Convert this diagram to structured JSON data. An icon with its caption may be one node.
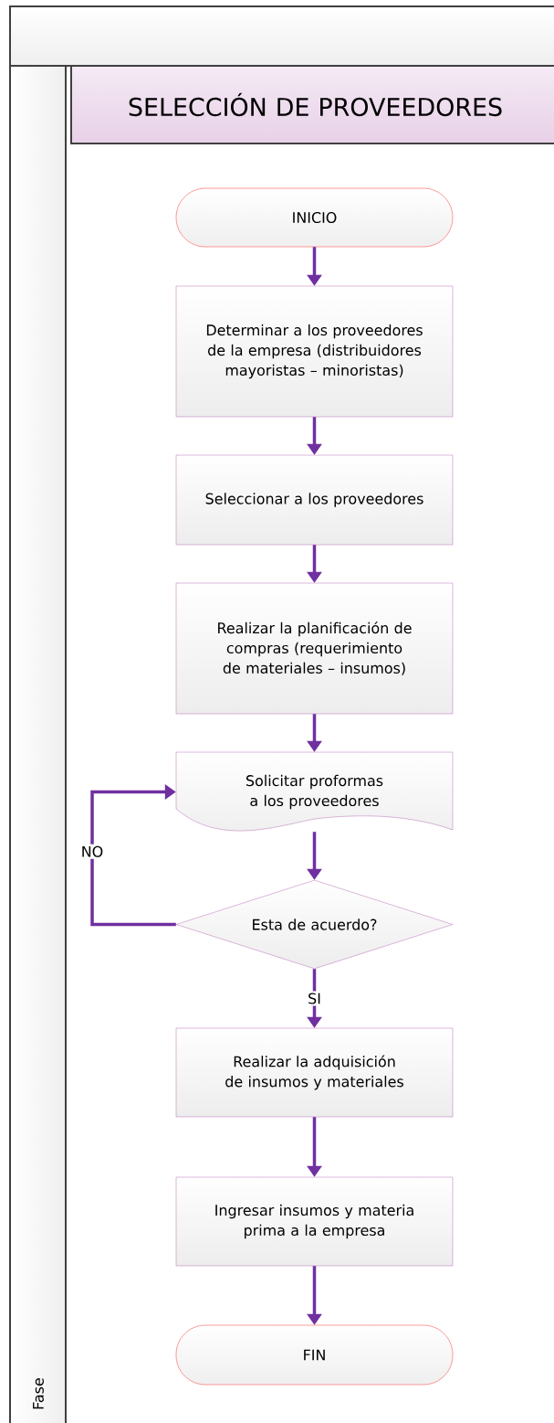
{
  "diagram": {
    "nodes": [
      {
        "text": [
          "SELECCIÓN DE PROVEEDORES"
        ]
      },
      {
        "text": [
          "INICIO"
        ]
      },
      {
        "text": [
          "Determinar a los proveedores de la empresa (distribuidores mayoristas – minoristas)"
        ]
      },
      {
        "text": [
          "Seleccionar a los proveedores"
        ]
      },
      {
        "text": [
          "Realizar la planificación de compras (requerimiento de materiales – insumos)"
        ]
      },
      {
        "text": [
          "Solicitar proformas a los proveedores"
        ]
      },
      {
        "text": [
          "Esta de acuerdo?"
        ]
      },
      {
        "text": [
          "Realizar la adquisición de insumos y materiales"
        ]
      },
      {
        "text": [
          "Ingresar insumos y materia prima a la empresa"
        ]
      },
      {
        "text": [
          "FIN"
        ]
      }
    ],
    "edges": [
      {
        "from": 1,
        "to": 2,
        "arrow": "to"
      },
      {
        "from": 2,
        "to": 3,
        "arrow": "to"
      },
      {
        "from": 3,
        "to": 4,
        "arrow": "to"
      },
      {
        "from": 4,
        "to": 5,
        "arrow": "to"
      },
      {
        "from": 5,
        "to": 6,
        "arrow": "to"
      },
      {
        "from": 6,
        "to": 5,
        "arrow": "to",
        "label": "NO"
      },
      {
        "from": 6,
        "to": 7,
        "arrow": "to",
        "label": "SI"
      },
      {
        "from": 7,
        "to": 8,
        "arrow": "to"
      },
      {
        "from": 8,
        "to": 9,
        "arrow": "to"
      }
    ],
    "labels": [
      "Fase"
    ]
  }
}
